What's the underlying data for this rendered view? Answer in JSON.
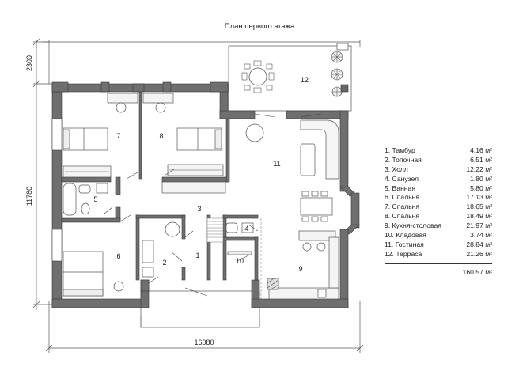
{
  "title": "План первого этажа",
  "dimensions": {
    "width": "16080",
    "height": "11780",
    "terrace_depth": "2300"
  },
  "room_numbers": [
    "1",
    "2",
    "3",
    "4",
    "5",
    "6",
    "7",
    "8",
    "9",
    "10",
    "11",
    "12"
  ],
  "legend": [
    {
      "label": "1. Тамбур",
      "area": "4.16 м²"
    },
    {
      "label": "2. Топочная",
      "area": "6.51 м²"
    },
    {
      "label": "3. Холл",
      "area": "12.22 м²"
    },
    {
      "label": "4. Санузел",
      "area": "1.80 м²"
    },
    {
      "label": "5. Ванная",
      "area": "5.80 м²"
    },
    {
      "label": "6. Спальня",
      "area": "17.13 м²"
    },
    {
      "label": "7. Спальня",
      "area": "18.65 м²"
    },
    {
      "label": "8. Спальня",
      "area": "18.49 м²"
    },
    {
      "label": "9. Кухня-столовая",
      "area": "21.97 м²"
    },
    {
      "label": "10. Кладовая",
      "area": "3.74 м²"
    },
    {
      "label": "11. Гостиная",
      "area": "28.84 м²"
    },
    {
      "label": "12. Терраса",
      "area": "21.26 м²"
    }
  ],
  "total_area": "160.57 м²",
  "colors": {
    "wall": "#6f6f6f",
    "wall_outline": "#3a3a3a",
    "line": "#444444",
    "dim_line": "#555555"
  }
}
